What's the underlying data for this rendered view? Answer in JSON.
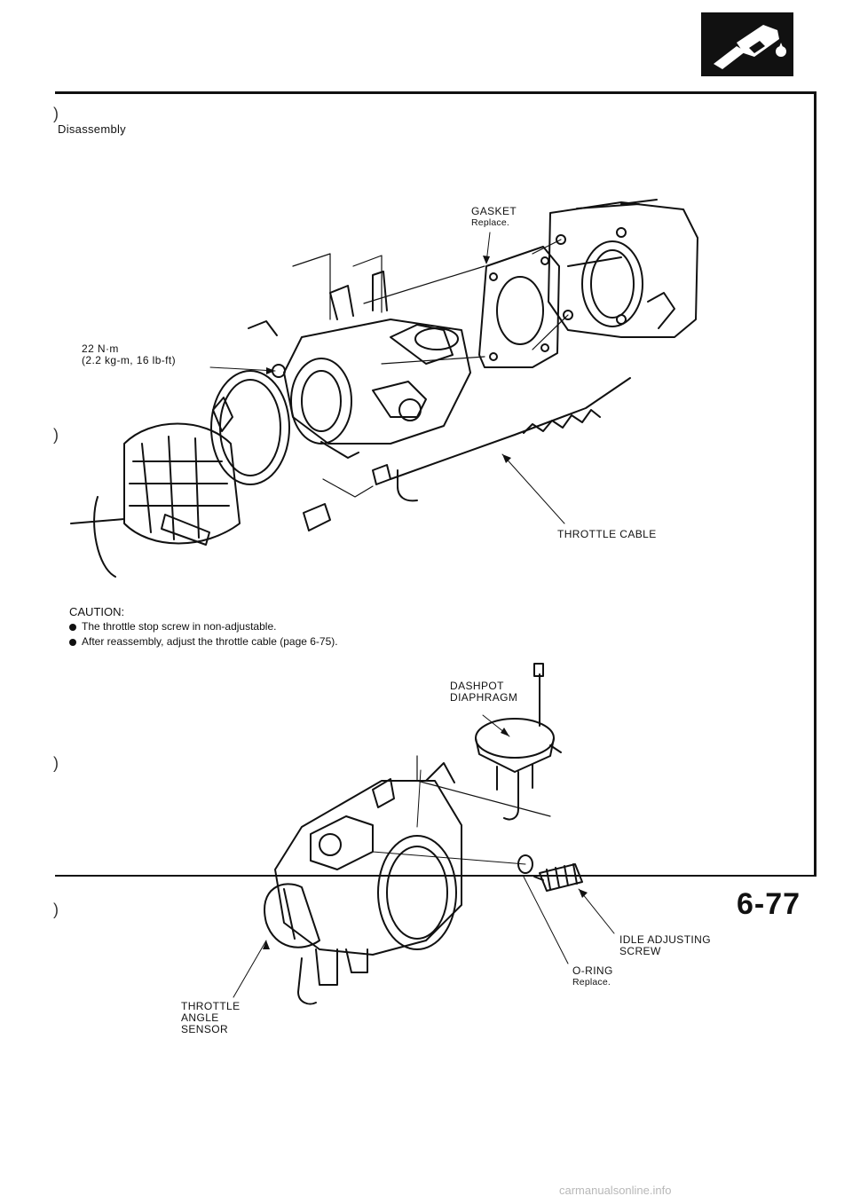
{
  "section_title": "Disassembly",
  "labels": {
    "gasket": {
      "name": "GASKET",
      "note": "Replace."
    },
    "torque": {
      "line1": "22 N·m",
      "line2": "(2.2 kg-m, 16 lb-ft)"
    },
    "throttle_cable": "THROTTLE CABLE",
    "dashpot": {
      "line1": "DASHPOT",
      "line2": "DIAPHRAGM"
    },
    "idle_screw": {
      "line1": "IDLE ADJUSTING",
      "line2": "SCREW"
    },
    "o_ring": {
      "name": "O-RING",
      "note": "Replace."
    },
    "tas": {
      "line1": "THROTTLE",
      "line2": "ANGLE",
      "line3": "SENSOR"
    }
  },
  "caution": {
    "heading": "CAUTION:",
    "items": [
      "The throttle stop screw in non-adjustable.",
      "After reassembly, adjust the throttle cable (page 6-75)."
    ]
  },
  "page_number": "6-77",
  "watermark": "carmanualsonline.info",
  "icons": {
    "section_tab": "fuel-nozzle-icon"
  }
}
